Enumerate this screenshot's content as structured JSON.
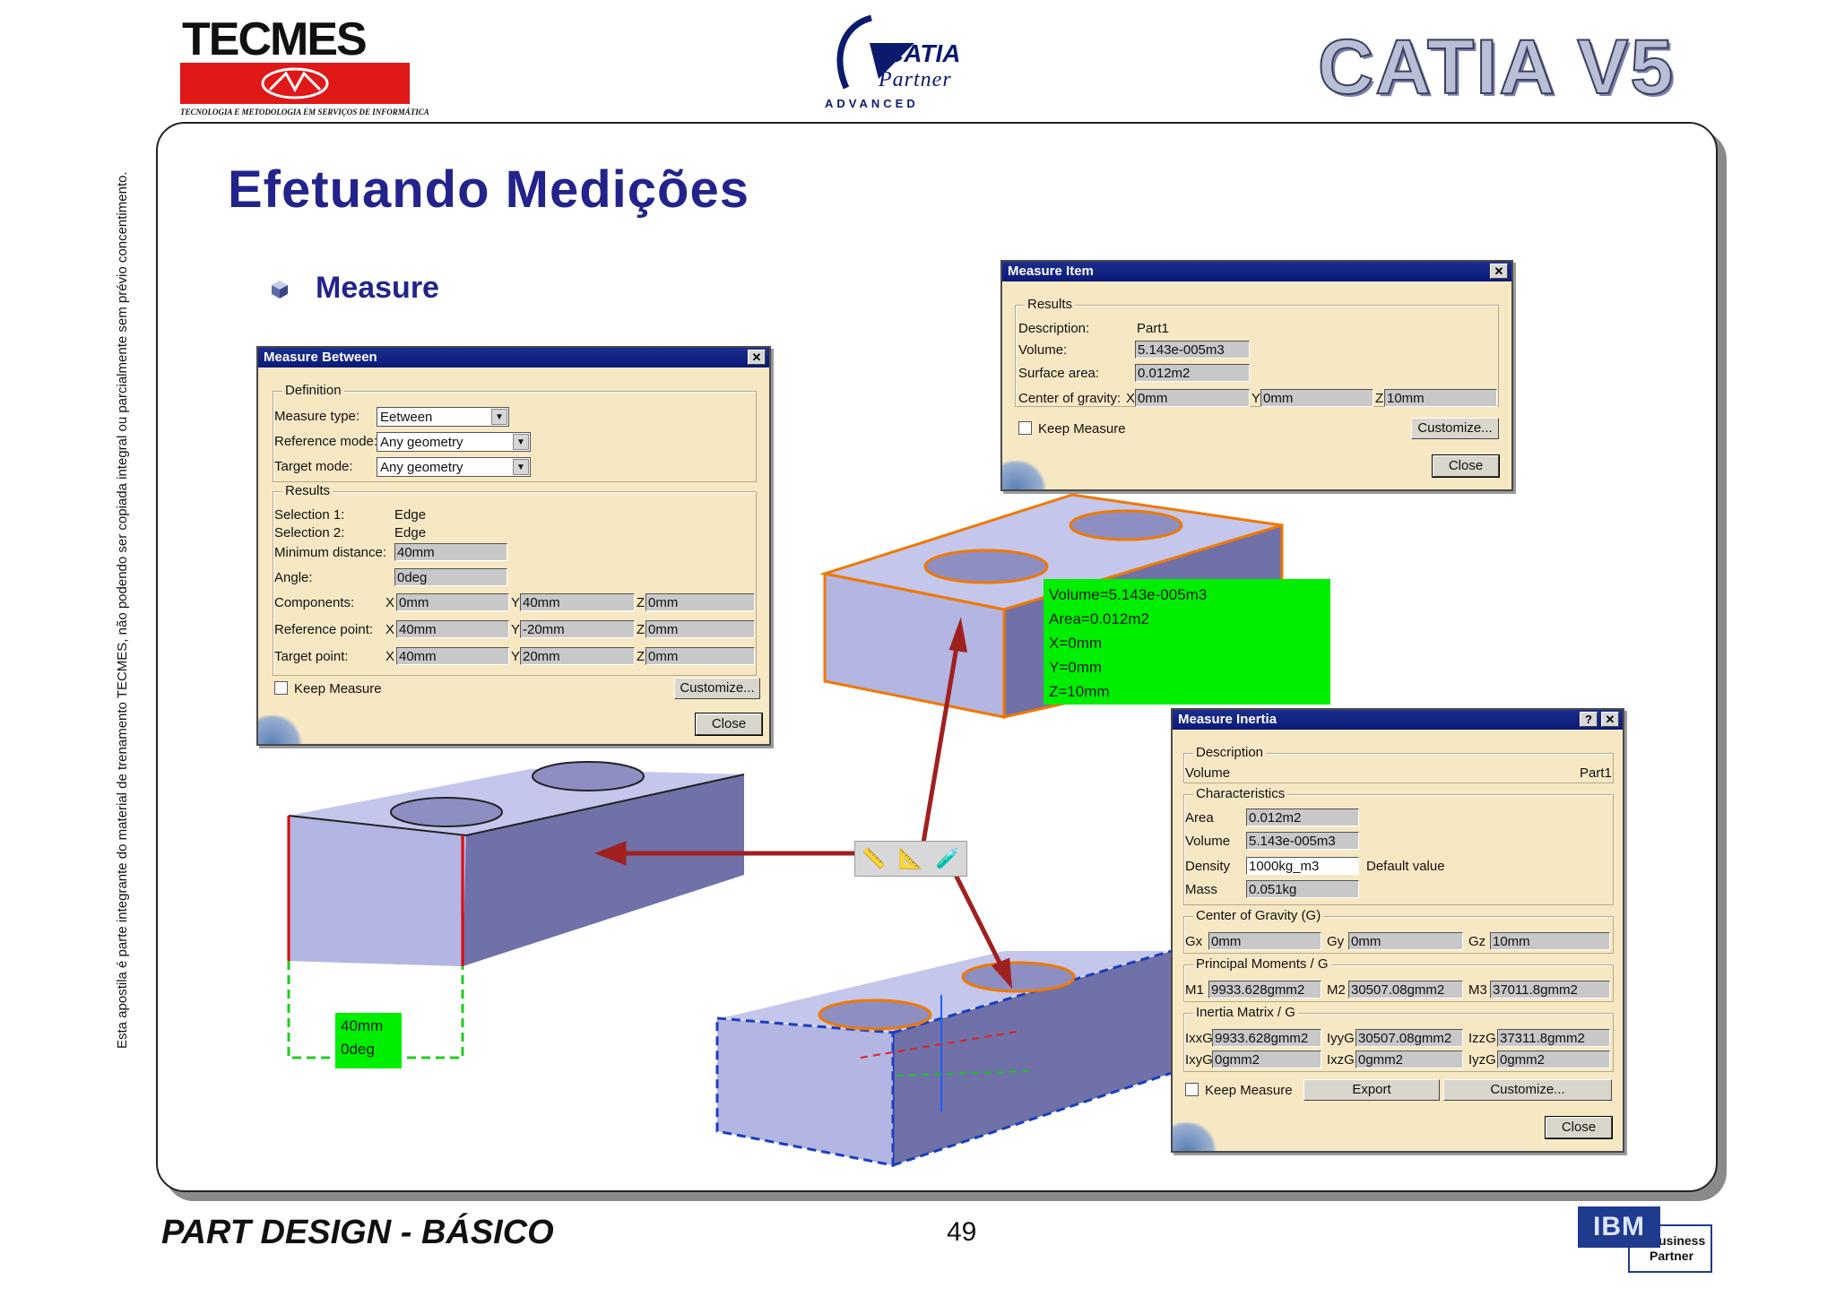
{
  "header": {
    "tecmes_word": "TECMES",
    "tecmes_tagline": "TECNOLOGIA E METODOLOGIA EM SERVIÇOS DE INFORMÁTICA",
    "catia_line1": "CATIA",
    "catia_line2": "Partner",
    "catia_line3": "ADVANCED",
    "catiav5": "CATIA V5"
  },
  "side_note": "Esta apostila é parte integrante do material de trenamento TECMES, não podendo ser copiada integral ou parcialmente sem prévio concentimento.",
  "slide": {
    "title": "Efetuando Medições",
    "subtitle": "Measure"
  },
  "measure_between": {
    "title": "Measure Between",
    "definition_label": "Definition",
    "measure_type_label": "Measure type:",
    "measure_type_value": "Eetween",
    "reference_mode_label": "Reference mode:",
    "reference_mode_value": "Any geometry",
    "target_mode_label": "Target mode:",
    "target_mode_value": "Any geometry",
    "results_label": "Results",
    "selection1_label": "Selection 1:",
    "selection1_value": "Edge",
    "selection2_label": "Selection 2:",
    "selection2_value": "Edge",
    "min_distance_label": "Minimum distance:",
    "min_distance_value": "40mm",
    "angle_label": "Angle:",
    "angle_value": "0deg",
    "components_label": "Components:",
    "components": [
      "0mm",
      "40mm",
      "0mm"
    ],
    "reference_point_label": "Reference point:",
    "reference_point": [
      "40mm",
      "-20mm",
      "0mm"
    ],
    "target_point_label": "Target point:",
    "target_point": [
      "40mm",
      "20mm",
      "0mm"
    ],
    "axis_x": "X",
    "axis_y": "Y",
    "axis_z": "Z",
    "keep_measure": "Keep Measure",
    "customize": "Customize...",
    "close": "Close"
  },
  "measure_item": {
    "title": "Measure Item",
    "results_label": "Results",
    "description_label": "Description:",
    "description_value": "Part1",
    "volume_label": "Volume:",
    "volume_value": "5.143e-005m3",
    "surface_label": "Surface area:",
    "surface_value": "0.012m2",
    "cog_label": "Center of gravity:",
    "cog": [
      "0mm",
      "0mm",
      "10mm"
    ],
    "axis_x": "X",
    "axis_y": "Y",
    "axis_z": "Z",
    "keep_measure": "Keep Measure",
    "customize": "Customize...",
    "close": "Close"
  },
  "measure_inertia": {
    "title": "Measure Inertia",
    "help_btn": "?",
    "description_label": "Description",
    "volume_row_label": "Volume",
    "volume_row_value": "Part1",
    "characteristics_label": "Characteristics",
    "area_label": "Area",
    "area_value": "0.012m2",
    "volume_label": "Volume",
    "volume_value": "5.143e-005m3",
    "density_label": "Density",
    "density_value": "1000kg_m3",
    "default_value": "Default value",
    "mass_label": "Mass",
    "mass_value": "0.051kg",
    "cog_label": "Center of Gravity (G)",
    "gx_label": "Gx",
    "gx": "0mm",
    "gy_label": "Gy",
    "gy": "0mm",
    "gz_label": "Gz",
    "gz": "10mm",
    "principal_label": "Principal Moments / G",
    "m1_label": "M1",
    "m1": "9933.628gmm2",
    "m2_label": "M2",
    "m2": "30507.08gmm2",
    "m3_label": "M3",
    "m3": "37011.8gmm2",
    "matrix_label": "Inertia Matrix / G",
    "ixxg_label": "IxxG",
    "ixxg": "9933.628gmm2",
    "iyyg_label": "IyyG",
    "iyyg": "30507.08gmm2",
    "izzg_label": "IzzG",
    "izzg": "37311.8gmm2",
    "ixyg_label": "IxyG",
    "ixyg": "0gmm2",
    "ixzg_label": "IxzG",
    "ixzg": "0gmm2",
    "iyzg_label": "IyzG",
    "iyzg": "0gmm2",
    "keep_measure": "Keep Measure",
    "export": "Export",
    "customize": "Customize...",
    "close": "Close"
  },
  "callouts": {
    "item_lines": [
      "Volume=5.143e-005m3",
      "Area=0.012m2",
      "X=0mm",
      "Y=0mm",
      "Z=10mm"
    ],
    "between_lines": [
      "40mm",
      "0deg"
    ]
  },
  "footer": {
    "course": "PART DESIGN - BÁSICO",
    "page": "49",
    "ibm": "IBM",
    "bp_line1": "Business",
    "bp_line2": "Partner"
  },
  "colors": {
    "title_blue": "#23238c",
    "dialog_bg": "#f7e8c4",
    "titlebar": "#0a1a78",
    "callout_green": "#00ee00",
    "arrow": "#a02020",
    "part_fill": "#b4b6e0"
  }
}
